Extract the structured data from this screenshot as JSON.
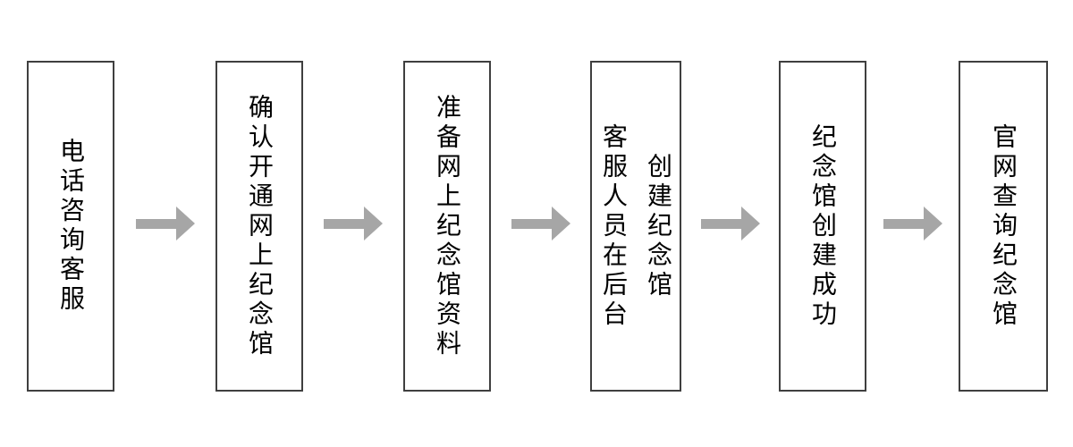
{
  "colors": {
    "background": "#ffffff",
    "box_border": "#3f3f3f",
    "arrow": "#a6a6a6",
    "text": "#000000"
  },
  "flow": {
    "direction": "left-to-right",
    "steps": [
      {
        "label": "电话咨询客服"
      },
      {
        "label": "确认开通网上纪念馆"
      },
      {
        "label": "准备网上纪念馆资料"
      },
      {
        "label": "客服人员在后台\n创建纪念馆"
      },
      {
        "label": "纪念馆创建成功"
      },
      {
        "label": "官网查询纪念馆"
      }
    ],
    "connector": "right-arrow"
  }
}
